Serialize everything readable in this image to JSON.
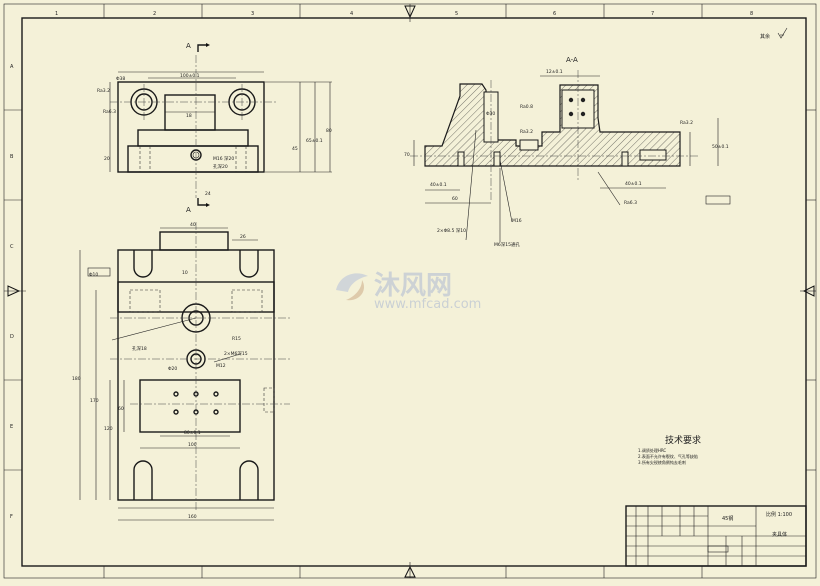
{
  "border": {
    "top_numbers": [
      "1",
      "2",
      "3",
      "4",
      "5",
      "6",
      "7",
      "8"
    ],
    "side_letters": [
      "A",
      "B",
      "C",
      "D",
      "E",
      "F"
    ]
  },
  "roughness_corner": "其余",
  "views": {
    "top_view": {
      "section_mark": "A",
      "dims": [
        "100±0.1",
        "Ra3.2",
        "Ra6.3",
        "18",
        "20",
        "45",
        "80",
        "65±0.1",
        "M16 深20",
        "孔深20",
        "24",
        "Φ38"
      ]
    },
    "section_view": {
      "title": "A-A",
      "dims": [
        "12±0.1",
        "Ra0.8",
        "Ra3.2",
        "Ra6.3",
        "Ra3.2",
        "40±0.1",
        "60",
        "40±0.1",
        "50±0.1",
        "70",
        "Φ30",
        "M16",
        "2×Φ8.5 深10",
        "M6深15通孔"
      ]
    },
    "plan_view": {
      "dims": [
        "40",
        "26",
        "10",
        "Φ10",
        "180",
        "170",
        "120",
        "60",
        "80±0.1",
        "100",
        "160",
        "Φ20",
        "R15",
        "M12",
        "2×M6深15",
        "孔深18"
      ]
    }
  },
  "watermark": {
    "brand": "沐风网",
    "url": "www.mfcad.com"
  },
  "tech_requirements": {
    "title": "技术要求",
    "items": [
      "1.调质处理HRC",
      "2.表面不允许有裂纹、气孔等缺陷",
      "3.所有尖锐棱角倒钝去毛刺"
    ]
  },
  "title_block": {
    "material": "45钢",
    "scale": "比例 1:100",
    "name": "夹具体"
  }
}
